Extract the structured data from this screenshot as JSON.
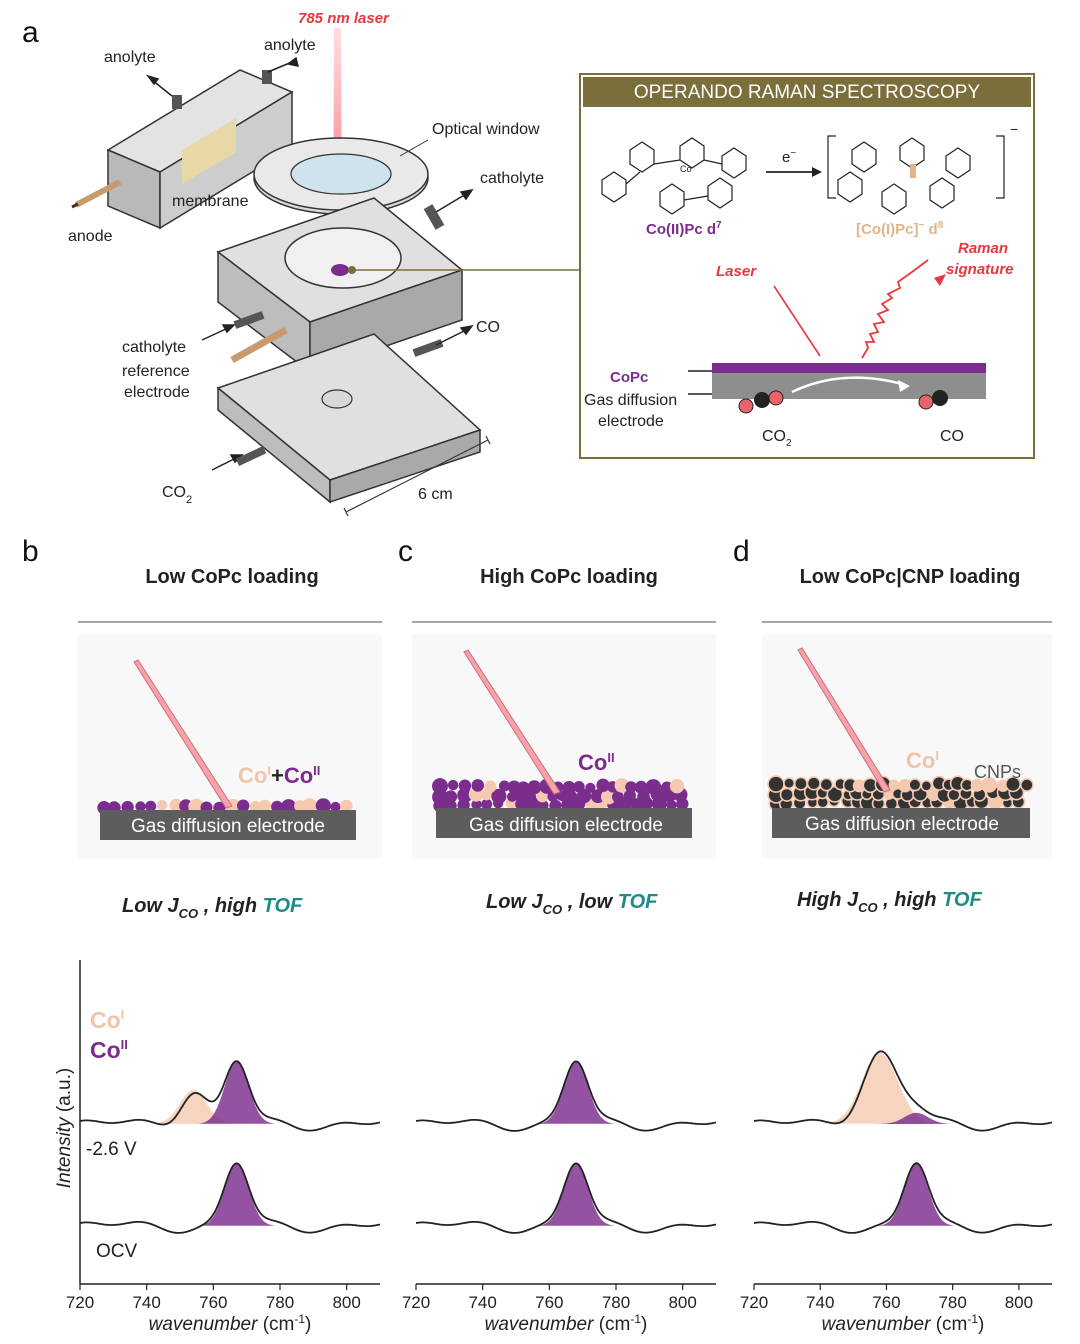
{
  "panels": {
    "a": "a",
    "b": "b",
    "c": "c",
    "d": "d"
  },
  "schematic": {
    "laser": "785 nm laser",
    "anolyte_out": "anolyte",
    "anolyte_in": "anolyte",
    "membrane": "membrane",
    "anode": "anode",
    "optical_window": "Optical window",
    "catholyte_out": "catholyte",
    "catholyte_in": "catholyte",
    "reference_electrode": "reference",
    "reference_electrode_2": "electrode",
    "co_out": "CO",
    "co2_in_main": "CO",
    "co2_in_sub": "2",
    "size": "6 cm"
  },
  "raman_box": {
    "title": "OPERANDO RAMAN SPECTROSCOPY",
    "electron": "e",
    "electron_sup": "−",
    "bracket_charge": "−",
    "coII_label": "Co(II)Pc d",
    "coII_sup": "7",
    "coI_label": "[Co(I)Pc]",
    "coI_sup1": "−",
    "coI_d": " d",
    "coI_sup2": "8",
    "laser": "Laser",
    "raman_sig_1": "Raman",
    "raman_sig_2": "signature",
    "copc": "CoPc",
    "gde_1": "Gas diffusion",
    "gde_2": "electrode",
    "co2": "CO",
    "co2_sub": "2",
    "co": "CO"
  },
  "columns": [
    {
      "title": "Low CoPc loading",
      "gde": "Gas diffusion electrode",
      "perf_j": "Low J",
      "perf_sub": "CO",
      "perf_mid": " , high ",
      "perf_tof": "TOF"
    },
    {
      "title": "High CoPc loading",
      "gde": "Gas diffusion electrode",
      "perf_j": "Low J",
      "perf_sub": "CO",
      "perf_mid": " , low ",
      "perf_tof": "TOF"
    },
    {
      "title": "Low CoPc|CNP loading",
      "gde": "Gas diffusion electrode",
      "perf_j": "High J",
      "perf_sub": "CO",
      "perf_mid": " , high ",
      "perf_tof": "TOF"
    }
  ],
  "species": {
    "b_coI": "Co",
    "b_coI_sup": "I",
    "b_plus": "+",
    "b_coII": "Co",
    "b_coII_sup": "II",
    "c_coII": "Co",
    "c_coII_sup": "II",
    "d_coI": "Co",
    "d_coI_sup": "I",
    "d_cnps": "CNPs"
  },
  "legend": {
    "coI": "Co",
    "coI_sup": "I",
    "coII": "Co",
    "coII_sup": "II"
  },
  "trace_labels": {
    "applied": "-2.6 V",
    "ocv": "OCV"
  },
  "axis": {
    "y_label": "Intensity",
    "y_unit": " (a.u.)",
    "x_label": "wavenumber",
    "x_unit": " (cm",
    "x_unit_sup": "-1",
    "x_unit_close": ")",
    "x_ticks": [
      "720",
      "740",
      "760",
      "780",
      "800"
    ]
  },
  "colors": {
    "coII": "#7b2d8e",
    "coI": "#f5c9b0",
    "tof": "#1f8a86",
    "laser": "#e8383d",
    "box_border": "#7a6e3a"
  },
  "chart_data": {
    "type": "area",
    "x_range": [
      720,
      810
    ],
    "xlabel": "wavenumber (cm-1)",
    "ylabel": "Intensity (a.u.)",
    "panels": [
      {
        "panel": "b",
        "traces": [
          {
            "label": "-2.6 V",
            "peaks": [
              {
                "species": "CoI",
                "center": 754
              },
              {
                "species": "CoII",
                "center": 767
              }
            ]
          },
          {
            "label": "OCV",
            "peaks": [
              {
                "species": "CoII",
                "center": 767
              }
            ]
          }
        ]
      },
      {
        "panel": "c",
        "traces": [
          {
            "label": "",
            "peaks": [
              {
                "species": "CoII",
                "center": 768
              }
            ]
          },
          {
            "label": "",
            "peaks": [
              {
                "species": "CoII",
                "center": 768
              }
            ]
          }
        ]
      },
      {
        "panel": "d",
        "traces": [
          {
            "label": "",
            "peaks": [
              {
                "species": "CoI",
                "center": 758
              },
              {
                "species": "CoII",
                "center": 769
              }
            ]
          },
          {
            "label": "",
            "peaks": [
              {
                "species": "CoII",
                "center": 769
              }
            ]
          }
        ]
      }
    ]
  }
}
